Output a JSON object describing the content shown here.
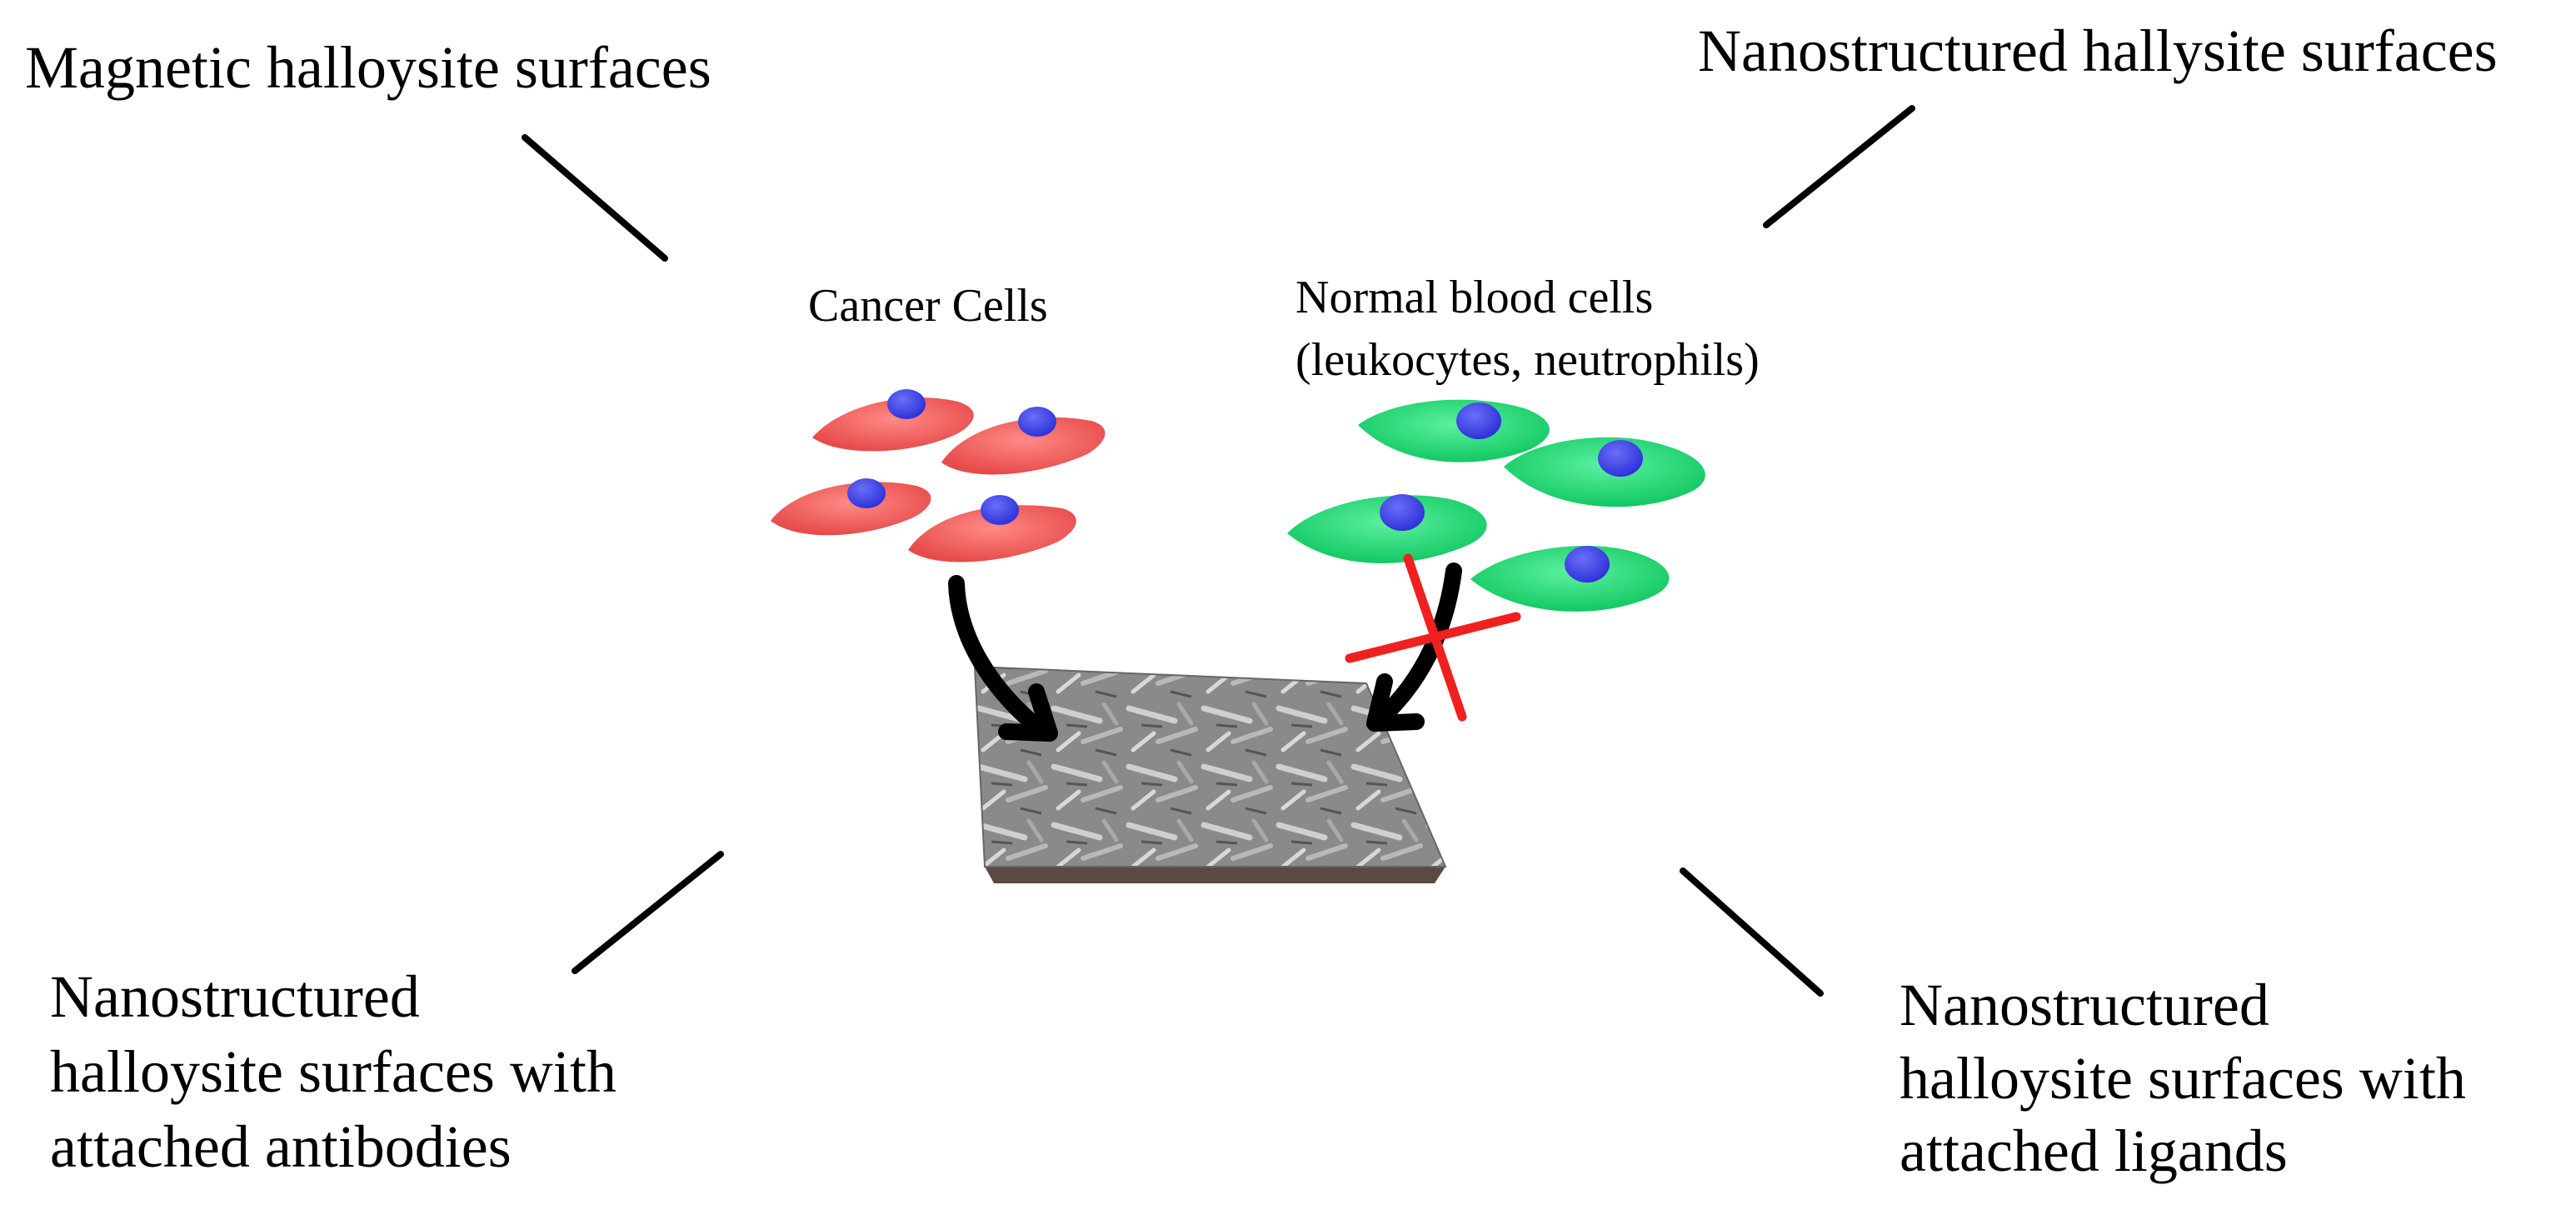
{
  "labels": {
    "top_left": "Magnetic halloysite surfaces",
    "top_right": "Nanostructured hallysite surfaces",
    "bottom_left": [
      "Nanostructured",
      "halloysite surfaces with",
      "attached antibodies"
    ],
    "bottom_right": [
      "Nanostructured",
      "halloysite surfaces with",
      "attached ligands"
    ],
    "cancer_cells": "Cancer Cells",
    "normal_cells": [
      "Normal blood cells",
      "(leukocytes, neutrophils)"
    ]
  },
  "colors": {
    "cancer_cell": "#f0605f",
    "normal_cell": "#22e07a",
    "nucleus": "#3b3fe8",
    "blocked_x": "#f02020",
    "arrow": "#000000",
    "surface": "#8c8c8c"
  },
  "icons": {
    "blocked": "x-mark-icon",
    "arrow": "curved-arrow-icon"
  }
}
